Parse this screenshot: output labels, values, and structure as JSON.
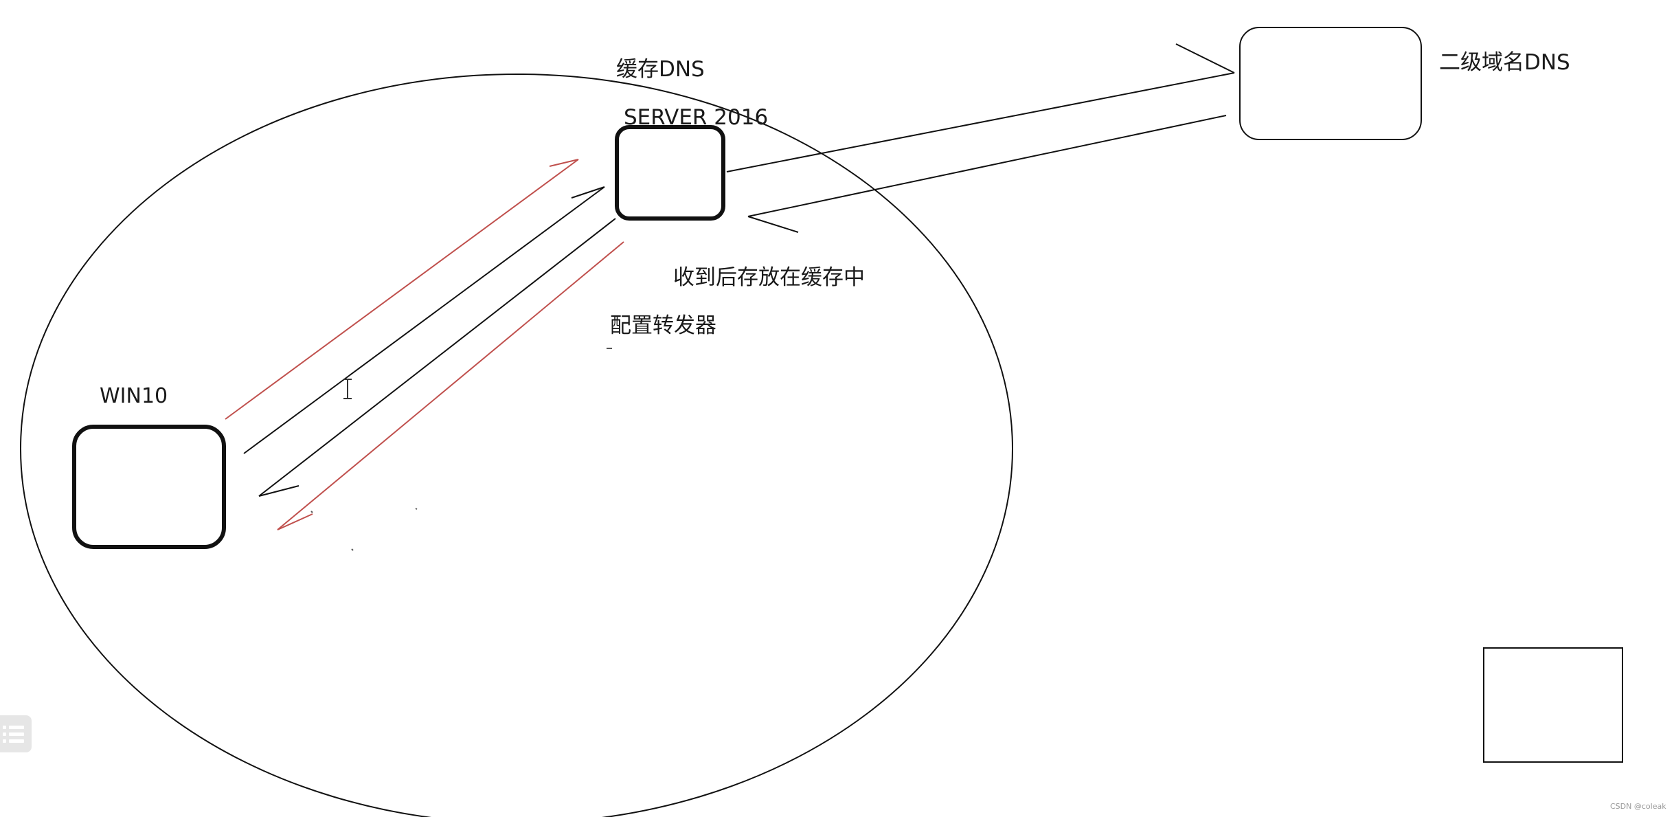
{
  "labels": {
    "cache_dns": "缓存DNS",
    "server": "SERVER 2016",
    "win10": "WIN10",
    "second_level_dns": "二级域名DNS",
    "received_store": "收到后存放在缓存中",
    "configure_forwarder": "配置转发器",
    "watermark": "CSDN @coleak"
  },
  "icons": {
    "menu": "list-menu-icon",
    "cursor": "text-cursor-icon"
  },
  "colors": {
    "stroke": "#111111",
    "red_arrow": "#c0504d",
    "menu_bg": "#e6e6e6"
  }
}
